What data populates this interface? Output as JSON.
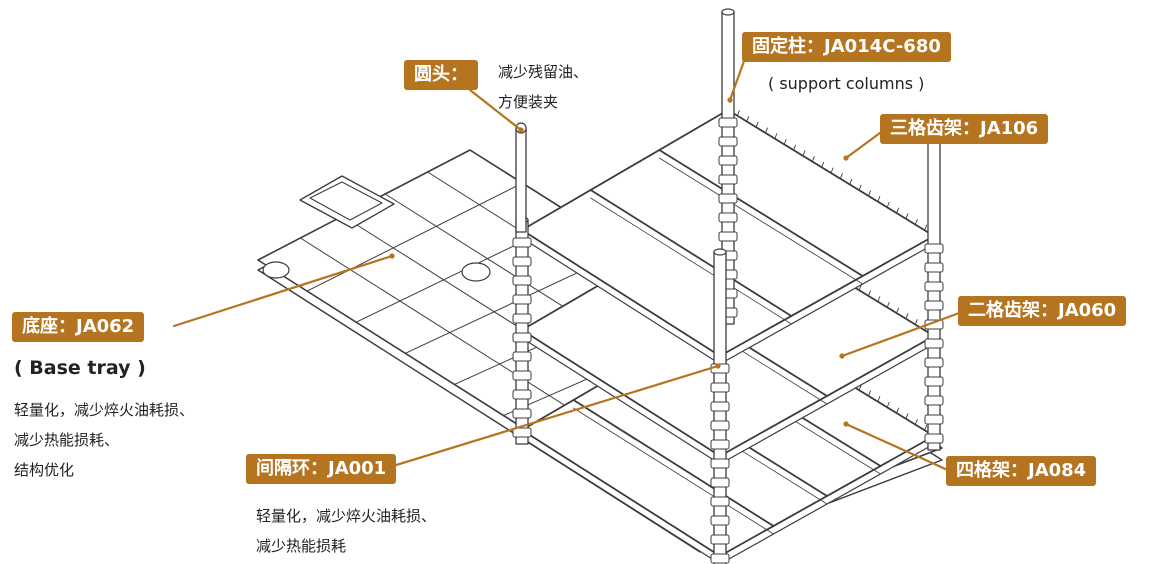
{
  "colors": {
    "label_bg": "#b57420",
    "leader_line": "#b57420",
    "drawing_stroke": "#3c3c3c"
  },
  "callouts": {
    "round_head": {
      "label": "圆头：",
      "note_lines": [
        "减少残留油、",
        "方便装夹"
      ]
    },
    "fixed_column": {
      "label": "固定柱：JA014C-680",
      "note": "( support columns )"
    },
    "three_grid_rack": {
      "label": "三格齿架：JA106"
    },
    "base_tray": {
      "label": "底座：JA062",
      "subtitle": "( Base tray )",
      "note_lines": [
        "轻量化，减少焠火油耗损、",
        "减少热能损耗、",
        "结构优化"
      ]
    },
    "two_grid_rack": {
      "label": "二格齿架：JA060"
    },
    "spacer_ring": {
      "label": "间隔环：JA001",
      "note_lines": [
        "轻量化，减少焠火油耗损、",
        "减少热能损耗"
      ]
    },
    "four_grid_rack": {
      "label": "四格架：JA084"
    }
  }
}
